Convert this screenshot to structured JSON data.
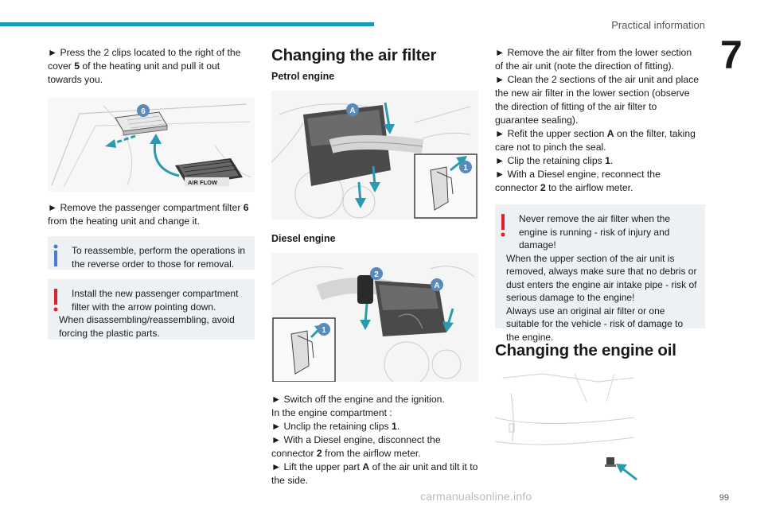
{
  "header": {
    "section_title": "Practical information",
    "chapter_number": "7",
    "accent_color": "#1a9bb4"
  },
  "col1": {
    "step1": {
      "bullet": "►",
      "text_before": " Press the 2 clips located to the right of the cover ",
      "bold": "5",
      "text_after": " of the heating unit and pull it out towards you."
    },
    "fig1": {
      "badge": "6",
      "filter_label": "AIR FLOW"
    },
    "step2": {
      "bullet": "►",
      "text_before": " Remove the passenger compartment filter ",
      "bold": "6",
      "text_after": " from the heating unit and change it."
    },
    "info_note": "To reassemble, perform the operations in the reverse order to those for removal.",
    "warning_note": {
      "line1": "Install the new passenger compartment filter with the arrow pointing down.",
      "line2": "When disassembling/reassembling, avoid forcing the plastic parts."
    }
  },
  "col2": {
    "heading": "Changing the air filter",
    "petrol_heading": "Petrol engine",
    "fig_petrol": {
      "badge_a": "A",
      "badge_1": "1"
    },
    "diesel_heading": "Diesel engine",
    "fig_diesel": {
      "badge_2": "2",
      "badge_a": "A",
      "badge_1": "1"
    },
    "steps": [
      {
        "bullet": "►",
        "before": " Switch off the engine and the ignition.",
        "bold": "",
        "after": ""
      },
      {
        "bullet": "",
        "before": "In the engine compartment :",
        "bold": "",
        "after": ""
      },
      {
        "bullet": "►",
        "before": " Unclip the retaining clips ",
        "bold": "1",
        "after": "."
      },
      {
        "bullet": "►",
        "before": " With a Diesel engine, disconnect the connector ",
        "bold": "2",
        "after": " from the airflow meter."
      },
      {
        "bullet": "►",
        "before": " Lift the upper part ",
        "bold": "A",
        "after": " of the air unit and tilt it to the side."
      }
    ]
  },
  "col3": {
    "steps": [
      {
        "bullet": "►",
        "before": " Remove the air filter from the lower section of the air unit (note the direction of fitting).",
        "bold": "",
        "after": ""
      },
      {
        "bullet": "►",
        "before": " Clean the 2 sections of the air unit and place the new air filter in the lower section (observe the direction of fitting of the air filter to guarantee sealing).",
        "bold": "",
        "after": ""
      },
      {
        "bullet": "►",
        "before": " Refit the upper section ",
        "bold": "A",
        "after": " on the filter, taking care not to pinch the seal."
      },
      {
        "bullet": "►",
        "before": " Clip the retaining clips ",
        "bold": "1",
        "after": "."
      },
      {
        "bullet": "►",
        "before": " With a Diesel engine, reconnect the connector ",
        "bold": "2",
        "after": " to the airflow meter."
      }
    ],
    "warning_note": {
      "line1": "Never remove the air filter when the engine is running - risk of injury and damage!",
      "line2": "When the upper section of the air unit is removed, always make sure that no debris or dust enters the engine air intake pipe - risk of serious damage to the engine!",
      "line3": "Always use an original air filter or one suitable for the vehicle - risk of damage to the engine."
    },
    "oil_heading": "Changing the engine oil"
  },
  "footer": {
    "page_number": "99",
    "watermark": "carmanualsonline.info"
  },
  "colors": {
    "info_blue": "#4a7bd0",
    "warning_red": "#e0202a",
    "note_bg": "#eef1f4",
    "badge": "#5a8ab8",
    "arrow": "#2a9ab0"
  }
}
